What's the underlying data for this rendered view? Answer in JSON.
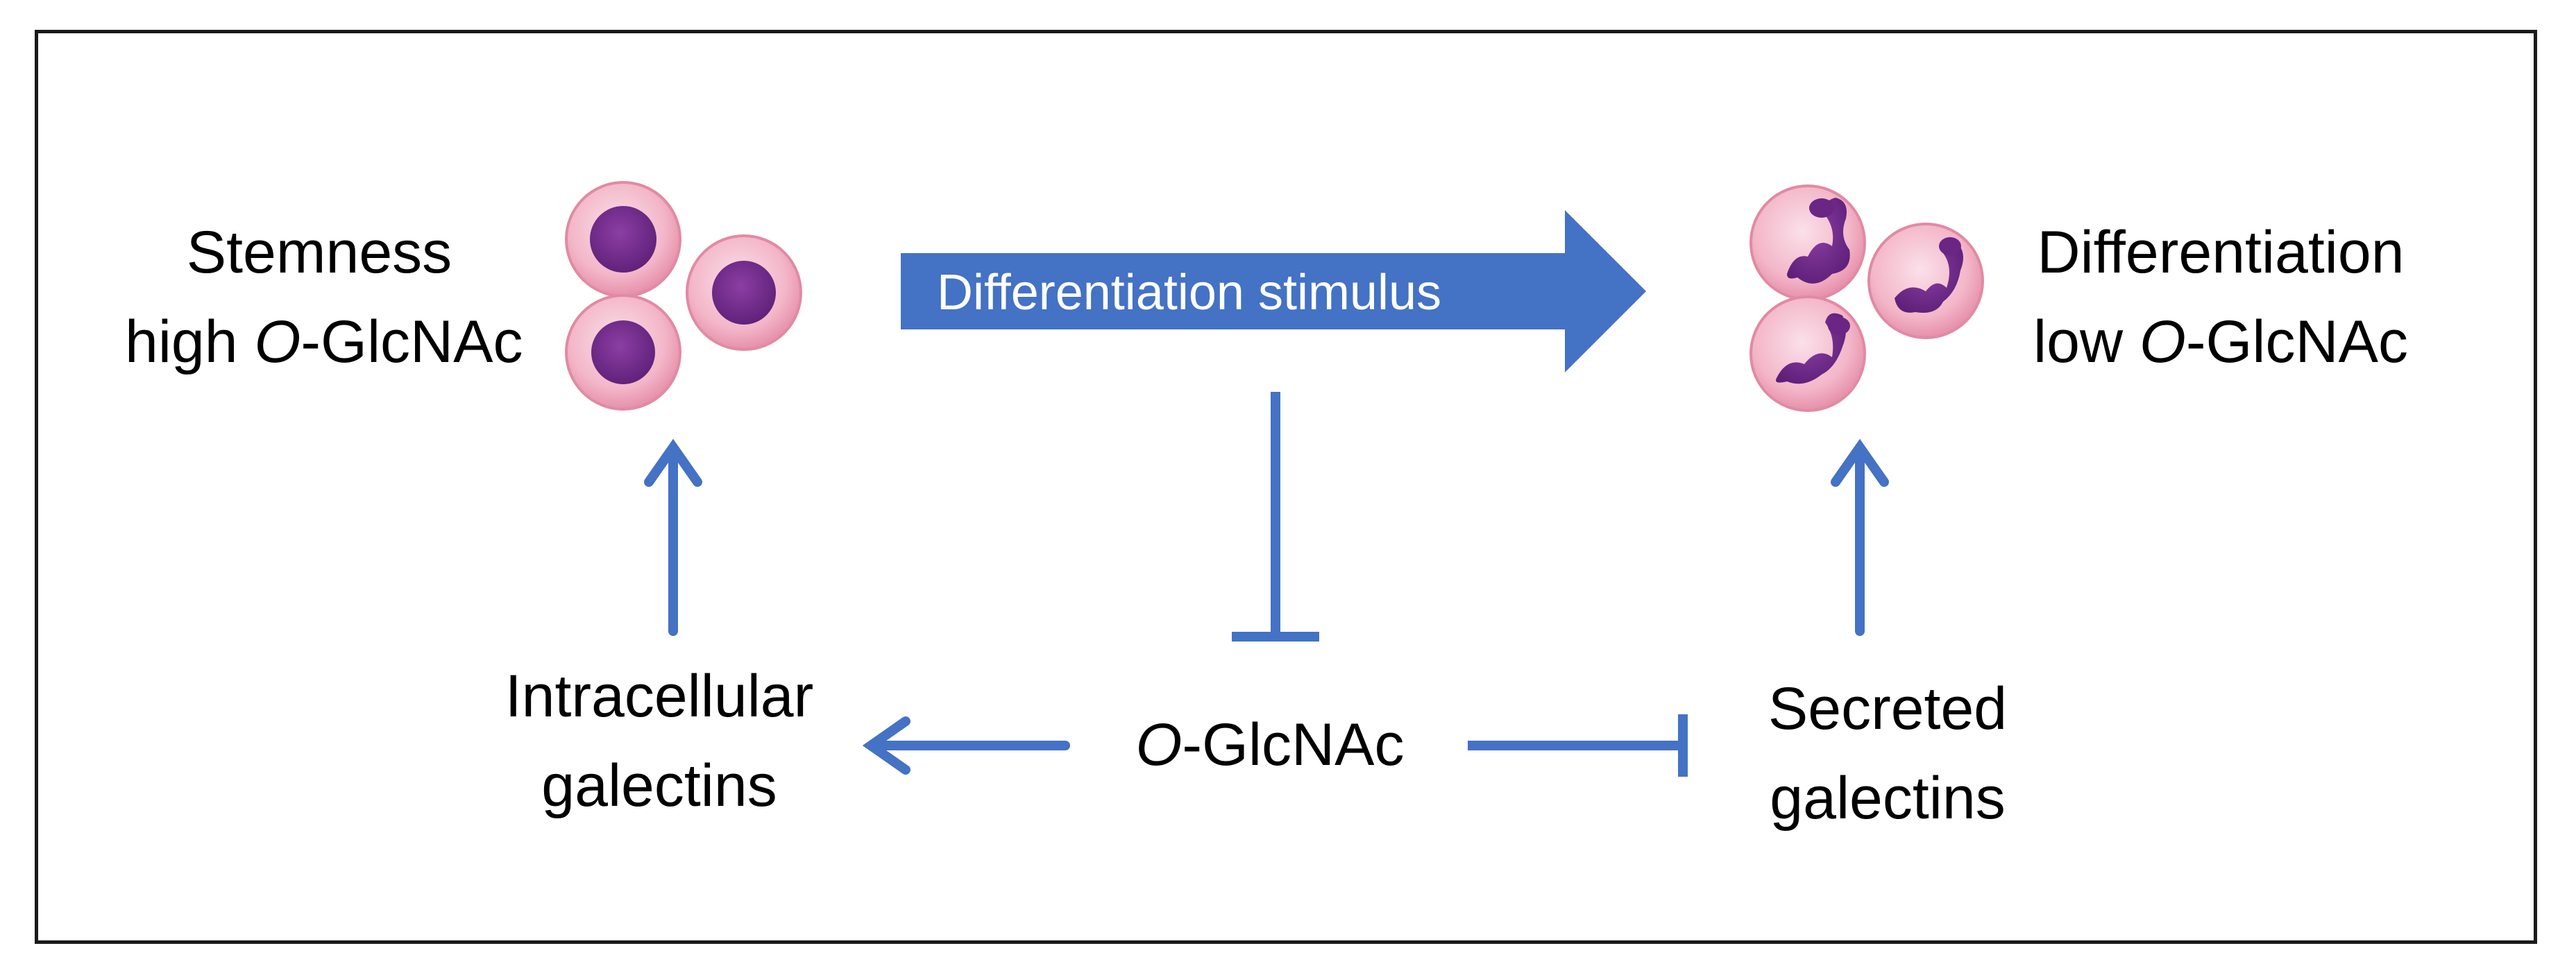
{
  "colors": {
    "arrow": "#4472c4",
    "cell_cytoplasm": "#f3b6c8",
    "cell_nucleus": "#7a2e92",
    "text": "#000000"
  },
  "labels": {
    "stem_line1": "Stemness",
    "stem_line2_italic": "O",
    "stem_line2_rest": "-GlcNAc",
    "stem_line2_prefix": "high ",
    "diff_line1": "Differentiation",
    "diff_line2_prefix": "low ",
    "diff_line2_italic": "O",
    "diff_line2_rest": "-GlcNAc",
    "intracellular_line1": "Intracellular",
    "intracellular_line2": "galectins",
    "center_italic": "O",
    "center_rest": "-GlcNAc",
    "secreted_line1": "Secreted",
    "secreted_line2": "galectins",
    "stimulus": "Differentiation stimulus"
  },
  "icons": {
    "stem_cells": "stem-cells-icon",
    "differentiated_cells": "differentiated-cells-icon"
  }
}
